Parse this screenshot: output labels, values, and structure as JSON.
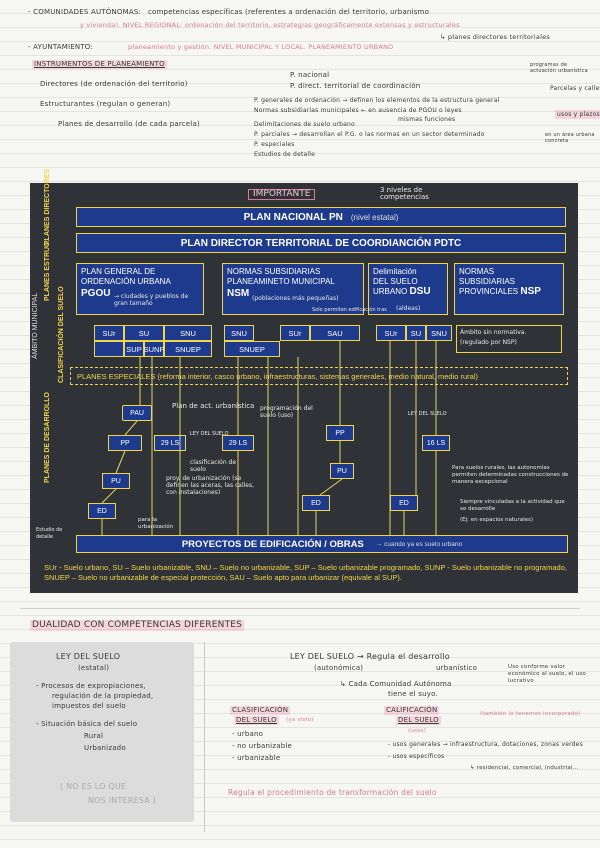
{
  "top_notes": {
    "line1_title": "- COMUNIDADES AUTÓNOMAS:",
    "line1_text": "competencias específicas (referentes a ordenación del territorio, urbanismo",
    "line2_text": "y vivienda). NIVEL REGIONAL: ordenación del territorio, estrategias geográficamente extensas y estructurales",
    "line3_text": "↳ planes directores territoriales",
    "line4_title": "- AYUNTAMIENTO:",
    "line4_text": "planeamiento y gestión. NIVEL MUNICIPAL Y LOCAL. PLANEAMIENTO URBANO"
  },
  "instruments": {
    "heading": "INSTRUMENTOS DE PLANEAMIENTO",
    "directores": "Directores (de ordenación del territorio)",
    "directores_a": "P. nacional",
    "directores_b": "P. direct. territorial de coordinación",
    "estructurantes": "Estructurantes (regulan o generan)",
    "estr_a": "P. generales de ordenación → definen los elementos de la estructura general",
    "estr_b": "Normas subsidiarias municipales ← en ausencia de PGOU o leyes",
    "estr_c": "mismas funciones",
    "desarrollo": "Planes de desarrollo (de cada parcela)",
    "des_a": "Delimitaciones de suelo urbano",
    "des_b": "P. parciales → desarrollan el P.G. o las normas en un sector determinado",
    "des_c": "P. especiales",
    "des_d": "Estudios de detalle",
    "right_a": "programas de actuación urbanística",
    "right_b": "Parcelas y calles",
    "right_c": "usos y plazos",
    "right_d": "en un área urbana concreta"
  },
  "diagram": {
    "annotation_top": "IMPORTANTE",
    "annotation_levels": "3 niveles de competencias",
    "side_directores": "PLANES DIRECTORES",
    "side_estruc": "PLANES ESTRUC.",
    "side_clasif": "CLASIFICACIÓN DEL SUELO",
    "side_ambito": "ÁMBITO MUNICIPAL",
    "side_desarrollo": "PLANES DE DESARROLLO",
    "plan_nacional": "PLAN NACIONAL PN",
    "plan_nacional_note": "(nivel estatal)",
    "plan_director": "PLAN DIRECTOR TERRITORIAL DE COORDIANCIÓN PDTC",
    "pgou_line1": "PLAN GENERAL DE",
    "pgou_line2": "ORDENACIÓN URBANA",
    "pgou_abbr": "PGOU",
    "pgou_note": "→ ciudades y pueblos de gran tamaño",
    "nsm_line1": "NORMAS SUBSIDIARIAS",
    "nsm_line2": "PLANEAMINETO MUNICIPAL",
    "nsm_abbr": "NSM",
    "nsm_note": "(poblaciones más pequeñas)",
    "dsu_line1": "Delimitación",
    "dsu_line2": "DEL SUELO",
    "dsu_line3": "URBANO",
    "dsu_abbr": "DSU",
    "dsu_note": "(aldeas)",
    "nsp_line1": "NORMAS",
    "nsp_line2": "SUBSIDIARIAS",
    "nsp_line3": "PROVINCIALES",
    "nsp_abbr": "NSP",
    "nsp_note": "Ámbito sin normativa.",
    "nsp_note2": "(regulado por NSP)",
    "g1": [
      "SUr",
      "SU",
      "SNU",
      "SUP",
      "SUNP",
      "SNUEP"
    ],
    "g2": [
      "SNU",
      "SUr",
      "SAU",
      "SNUEP"
    ],
    "g3": [
      "SUr",
      "SU",
      "SNU"
    ],
    "especiales": "PLANES ESPECIALES (reforma interior, casco urbano, infraestructuras, sistemas generales, medio natural, medio rural)",
    "pau": "PAU",
    "pau_note": "Plan de act. urbanística",
    "pp": "PP",
    "ls29": "29 LS",
    "ls29b": "29 LS",
    "ley_suelo": "LEY DEL SUELO",
    "pp_note": "clasificación de suelo",
    "prog": "programación del suelo (uso)",
    "pu": "PU",
    "pu_note": "proy. de urbanización (se definen las aceras, las calles, con instalaciones)",
    "ed": "ED",
    "ed_note": "Estudio de detalle",
    "ed_note2": "para la urbanización",
    "pp2": "PP",
    "pu2": "PU",
    "ed2": "ED",
    "ls16": "16 LS",
    "ed3": "ED",
    "proyectos": "PROYECTOS DE EDIFICACIÓN / OBRAS",
    "proyectos_note": "→ cuando ya es suelo urbano",
    "right_note1": "Para suelos rurales, las autonomías permiten determinadas construcciones de manera excepcional",
    "right_note2": "Siempre vinculadas a la actividad que se desarrolle",
    "right_note3": "(Ej: en espacios naturales)",
    "permitir": "Solo permiten edificación tras",
    "legend": "SUr - Suelo urbano, SU – Suelo urbanizable, SNU – Suelo no urbanizable, SUP – Suelo urbanizable programado, SUNP - Suelo urbanizable no programado, SNUEP – Suelo no urbanizable de especial protección, SAU – Suelo apto para urbanizar (equivale al SUP)."
  },
  "bottom": {
    "heading": "DUALIDAD CON COMPETENCIAS DIFERENTES",
    "left_title": "LEY DEL SUELO",
    "left_sub": "(estatal)",
    "left_a": "- Procesos de expropiaciones,",
    "left_b": "regulación de la propiedad,",
    "left_c": "impuestos del suelo",
    "left_d": "- Situación básica del suelo",
    "left_e": "Rural",
    "left_f": "Urbanizado",
    "left_g": "( NO ES LO QUE",
    "left_h": "NOS INTERESA )",
    "right_title": "LEY DEL SUELO → Regula el desarrollo",
    "right_sub": "(autonómica)",
    "right_sub2": "urbanístico",
    "right_a": "↳ Cada Comunidad Autónoma",
    "right_b": "tiene el suyo.",
    "right_c": "Uso conforme valor económico al suelo, el uso lucrativo",
    "clasif_t1": "CLASIFICACIÓN",
    "clasif_t2": "DEL SUELO",
    "clasif_n": "(ya visto)",
    "clasif_a": "- urbano",
    "clasif_b": "- no urbanizable",
    "clasif_c": "- urbanizable",
    "calif_t1": "CALIFICACIÓN",
    "calif_t2": "DEL SUELO",
    "calif_n": "(usos)",
    "calif_m": "(también lo tenemos incorporado)",
    "calif_a": "- usos generales → infraestructura, dotaciones, zonas verdes",
    "calif_b": "- usos específicos",
    "calif_c": "↳ residencial, comercial, industrial...",
    "footer": "Regula el procedimiento de transformación del suelo"
  }
}
